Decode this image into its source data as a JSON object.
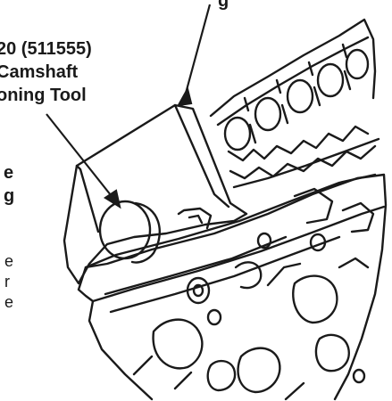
{
  "top_label": "g",
  "tool_label": {
    "line1": "20 (511555)",
    "line2": "Camshaft",
    "line3": "oning Tool"
  },
  "side_label": {
    "line1": "e",
    "line2": "g"
  },
  "body_text": {
    "line1": "e",
    "line2": "r",
    "line3": "e"
  },
  "colors": {
    "ink": "#1a1a1a",
    "paper": "#ffffff"
  }
}
